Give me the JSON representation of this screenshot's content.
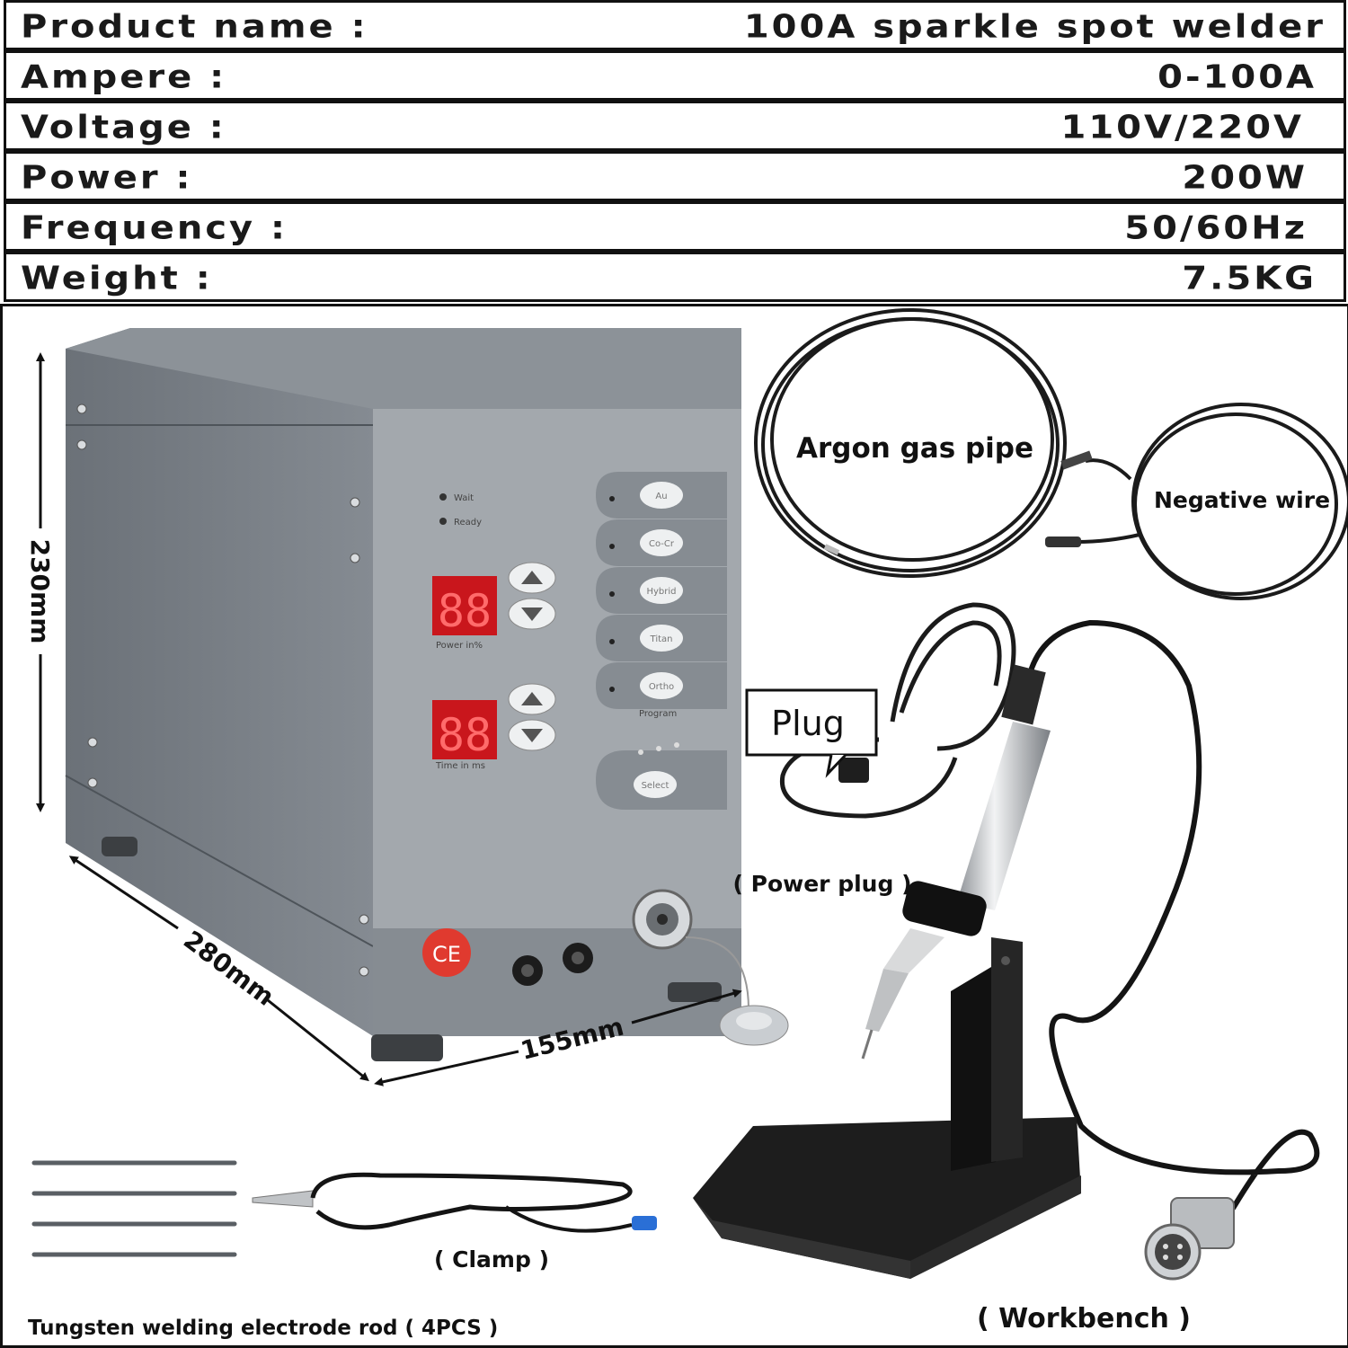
{
  "specs": [
    {
      "label": "Product name :",
      "value": "100A sparkle spot welder"
    },
    {
      "label": "Ampere :",
      "value": "0-100A"
    },
    {
      "label": "Voltage :",
      "value": "110V/220V"
    },
    {
      "label": "Power :",
      "value": "200W"
    },
    {
      "label": "Frequency :",
      "value": "50/60Hz"
    },
    {
      "label": "Weight :",
      "value": "7.5KG"
    }
  ],
  "dimensions": {
    "height": "230mm",
    "depth": "280mm",
    "width": "155mm"
  },
  "panel": {
    "led_wait": "Wait",
    "led_ready": "Ready",
    "display_power": "88",
    "display_time": "88",
    "power_label": "Power in%",
    "time_label": "Time in ms",
    "programs": [
      "Au",
      "Co-Cr",
      "Hybrid",
      "Titan",
      "Ortho"
    ],
    "program_label": "Program",
    "select_label": "Select",
    "ce_mark": "CE"
  },
  "accessories": {
    "argon": "Argon gas pipe",
    "negative": "Negative wire",
    "plug": "Plug",
    "power_plug": "( Power plug )",
    "clamp": "( Clamp )",
    "workbench": "( Workbench )",
    "rods": "Tungsten welding electrode rod ( 4PCS )"
  },
  "colors": {
    "border": "#111111",
    "housing": "#777d84",
    "panel": "#a3a8ad",
    "led": "#d8191f",
    "ce": "#e03a2f"
  }
}
